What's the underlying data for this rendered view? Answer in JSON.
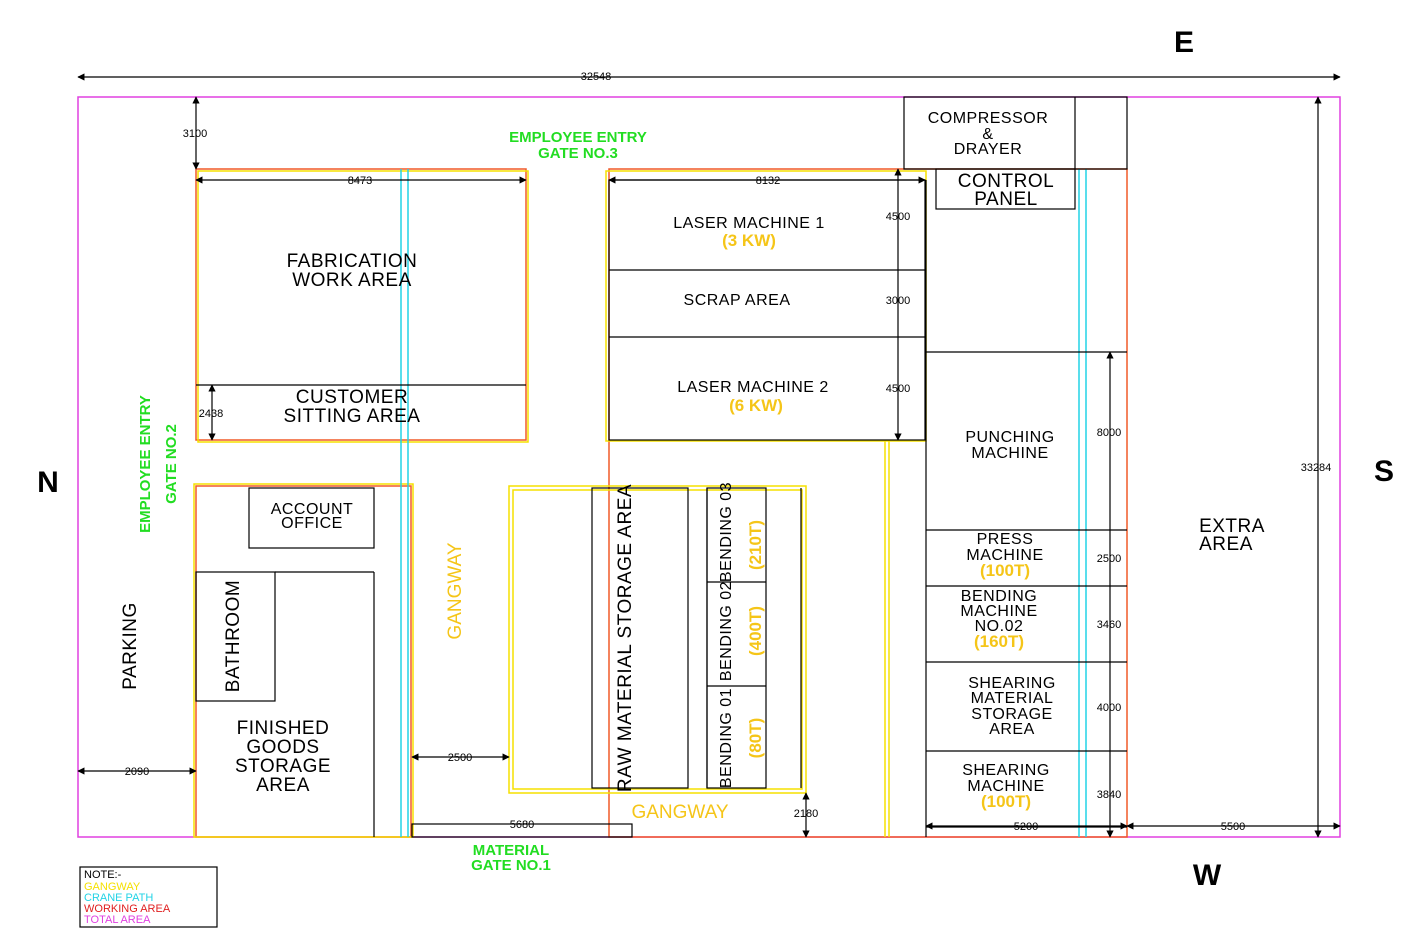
{
  "directions": {
    "east": "E",
    "west": "W",
    "north": "N",
    "south": "S"
  },
  "areas": {
    "fabrication": [
      "FABRICATION",
      "WORK AREA"
    ],
    "customer": [
      "CUSTOMER",
      "SITTING AREA"
    ],
    "laser1": [
      "LASER MACHINE 1",
      "(3 KW)"
    ],
    "scrap": "SCRAP AREA",
    "laser2": [
      "LASER MACHINE 2",
      "(6 KW)"
    ],
    "compressor": [
      "COMPRESSOR",
      "&",
      "DRAYER"
    ],
    "control": [
      "CONTROL",
      "PANEL"
    ],
    "punching": [
      "PUNCHING",
      "MACHINE"
    ],
    "press": [
      "PRESS",
      "MACHINE",
      "(100T)"
    ],
    "bending02m": [
      "BENDING",
      "MACHINE",
      "NO.02",
      "(160T)"
    ],
    "shearing_storage": [
      "SHEARING",
      "MATERIAL",
      "STORAGE",
      "AREA"
    ],
    "shearing": [
      "SHEARING",
      "MACHINE",
      "(100T)"
    ],
    "extra": [
      "EXTRA",
      "AREA"
    ],
    "account": [
      "ACCOUNT",
      "OFFICE"
    ],
    "bathroom": "BATHROOM",
    "finished": [
      "FINISHED",
      "GOODS",
      "STORAGE",
      "AREA"
    ],
    "parking": "PARKING",
    "raw": "RAW MATERIAL STORAGE AREA",
    "bending03": [
      "BENDING 03",
      "(210T)"
    ],
    "bending02": [
      "BENDING 02",
      "(400T)"
    ],
    "bending01": [
      "BENDING 01",
      "(80T)"
    ],
    "gangway_v": "GANGWAY",
    "gangway_h": "GANGWAY"
  },
  "gates": {
    "gate3": [
      "EMPLOYEE ENTRY",
      "GATE NO.3"
    ],
    "gate2": [
      "EMPLOYEE ENTRY",
      "GATE NO.2"
    ],
    "gate1": [
      "MATERIAL",
      "GATE NO.1"
    ]
  },
  "dimensions": {
    "total_width": "32548",
    "total_height": "33284",
    "top_gap": "3100",
    "fab_width": "8473",
    "laser_width": "8132",
    "laser1_h": "4500",
    "scrap_h": "3000",
    "laser2_h": "4500",
    "customer_h": "2438",
    "punching_h": "8000",
    "press_h": "2500",
    "bending_m_h": "3460",
    "shear_store_h": "4000",
    "shear_h": "3840",
    "parking_w": "2090",
    "gangway_w": "2500",
    "gangway_h": "2180",
    "bottom_5680": "5680",
    "bottom_5200": "5200",
    "extra_w": "5500"
  },
  "note": {
    "title": "NOTE:-",
    "items": [
      {
        "label": "GANGWAY",
        "color": "#f5e000"
      },
      {
        "label": "CRANE PATH",
        "color": "#22d3e6"
      },
      {
        "label": "WORKING AREA",
        "color": "#e02020"
      },
      {
        "label": "TOTAL AREA",
        "color": "#e040e0"
      }
    ]
  }
}
